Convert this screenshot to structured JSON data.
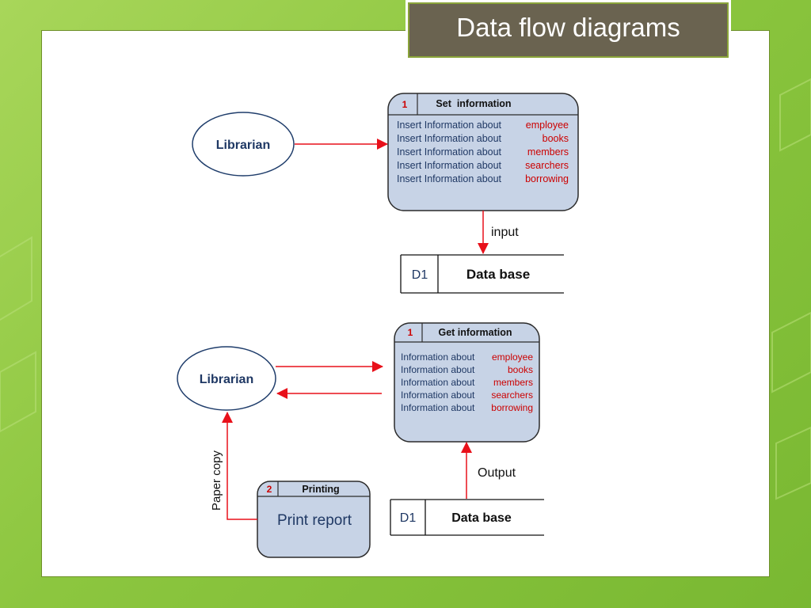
{
  "title": "Data flow diagrams",
  "colors": {
    "process_fill": "#c7d3e6",
    "process_stroke": "#2b2b2b",
    "arrow": "#e8101a",
    "ellipse_stroke": "#1f3d6b",
    "highlight": "#cc0000",
    "text_blue": "#1f3864"
  },
  "top": {
    "entity": "Librarian",
    "process": {
      "number": "1",
      "title": "Set  information",
      "rows": [
        {
          "prefix": "Insert Information about",
          "item": "employee"
        },
        {
          "prefix": "Insert Information about",
          "item": "books"
        },
        {
          "prefix": "Insert Information about",
          "item": "members"
        },
        {
          "prefix": "Insert Information about",
          "item": "searchers"
        },
        {
          "prefix": "Insert Information about",
          "item": "borrowing"
        }
      ]
    },
    "flow_label": "input",
    "store": {
      "id": "D1",
      "name": "Data base"
    }
  },
  "bottom": {
    "entity": "Librarian",
    "process": {
      "number": "1",
      "title": "Get information",
      "rows": [
        {
          "prefix": "Information about",
          "item": "employee"
        },
        {
          "prefix": "Information about",
          "item": "books"
        },
        {
          "prefix": "Information about",
          "item": "members"
        },
        {
          "prefix": "Information about",
          "item": "searchers"
        },
        {
          "prefix": "Information about",
          "item": "borrowing"
        }
      ]
    },
    "flow_label": "Output",
    "store": {
      "id": "D1",
      "name": "Data base"
    },
    "print_process": {
      "number": "2",
      "title": "Printing",
      "body": "Print report"
    },
    "paper_label": "Paper copy"
  }
}
